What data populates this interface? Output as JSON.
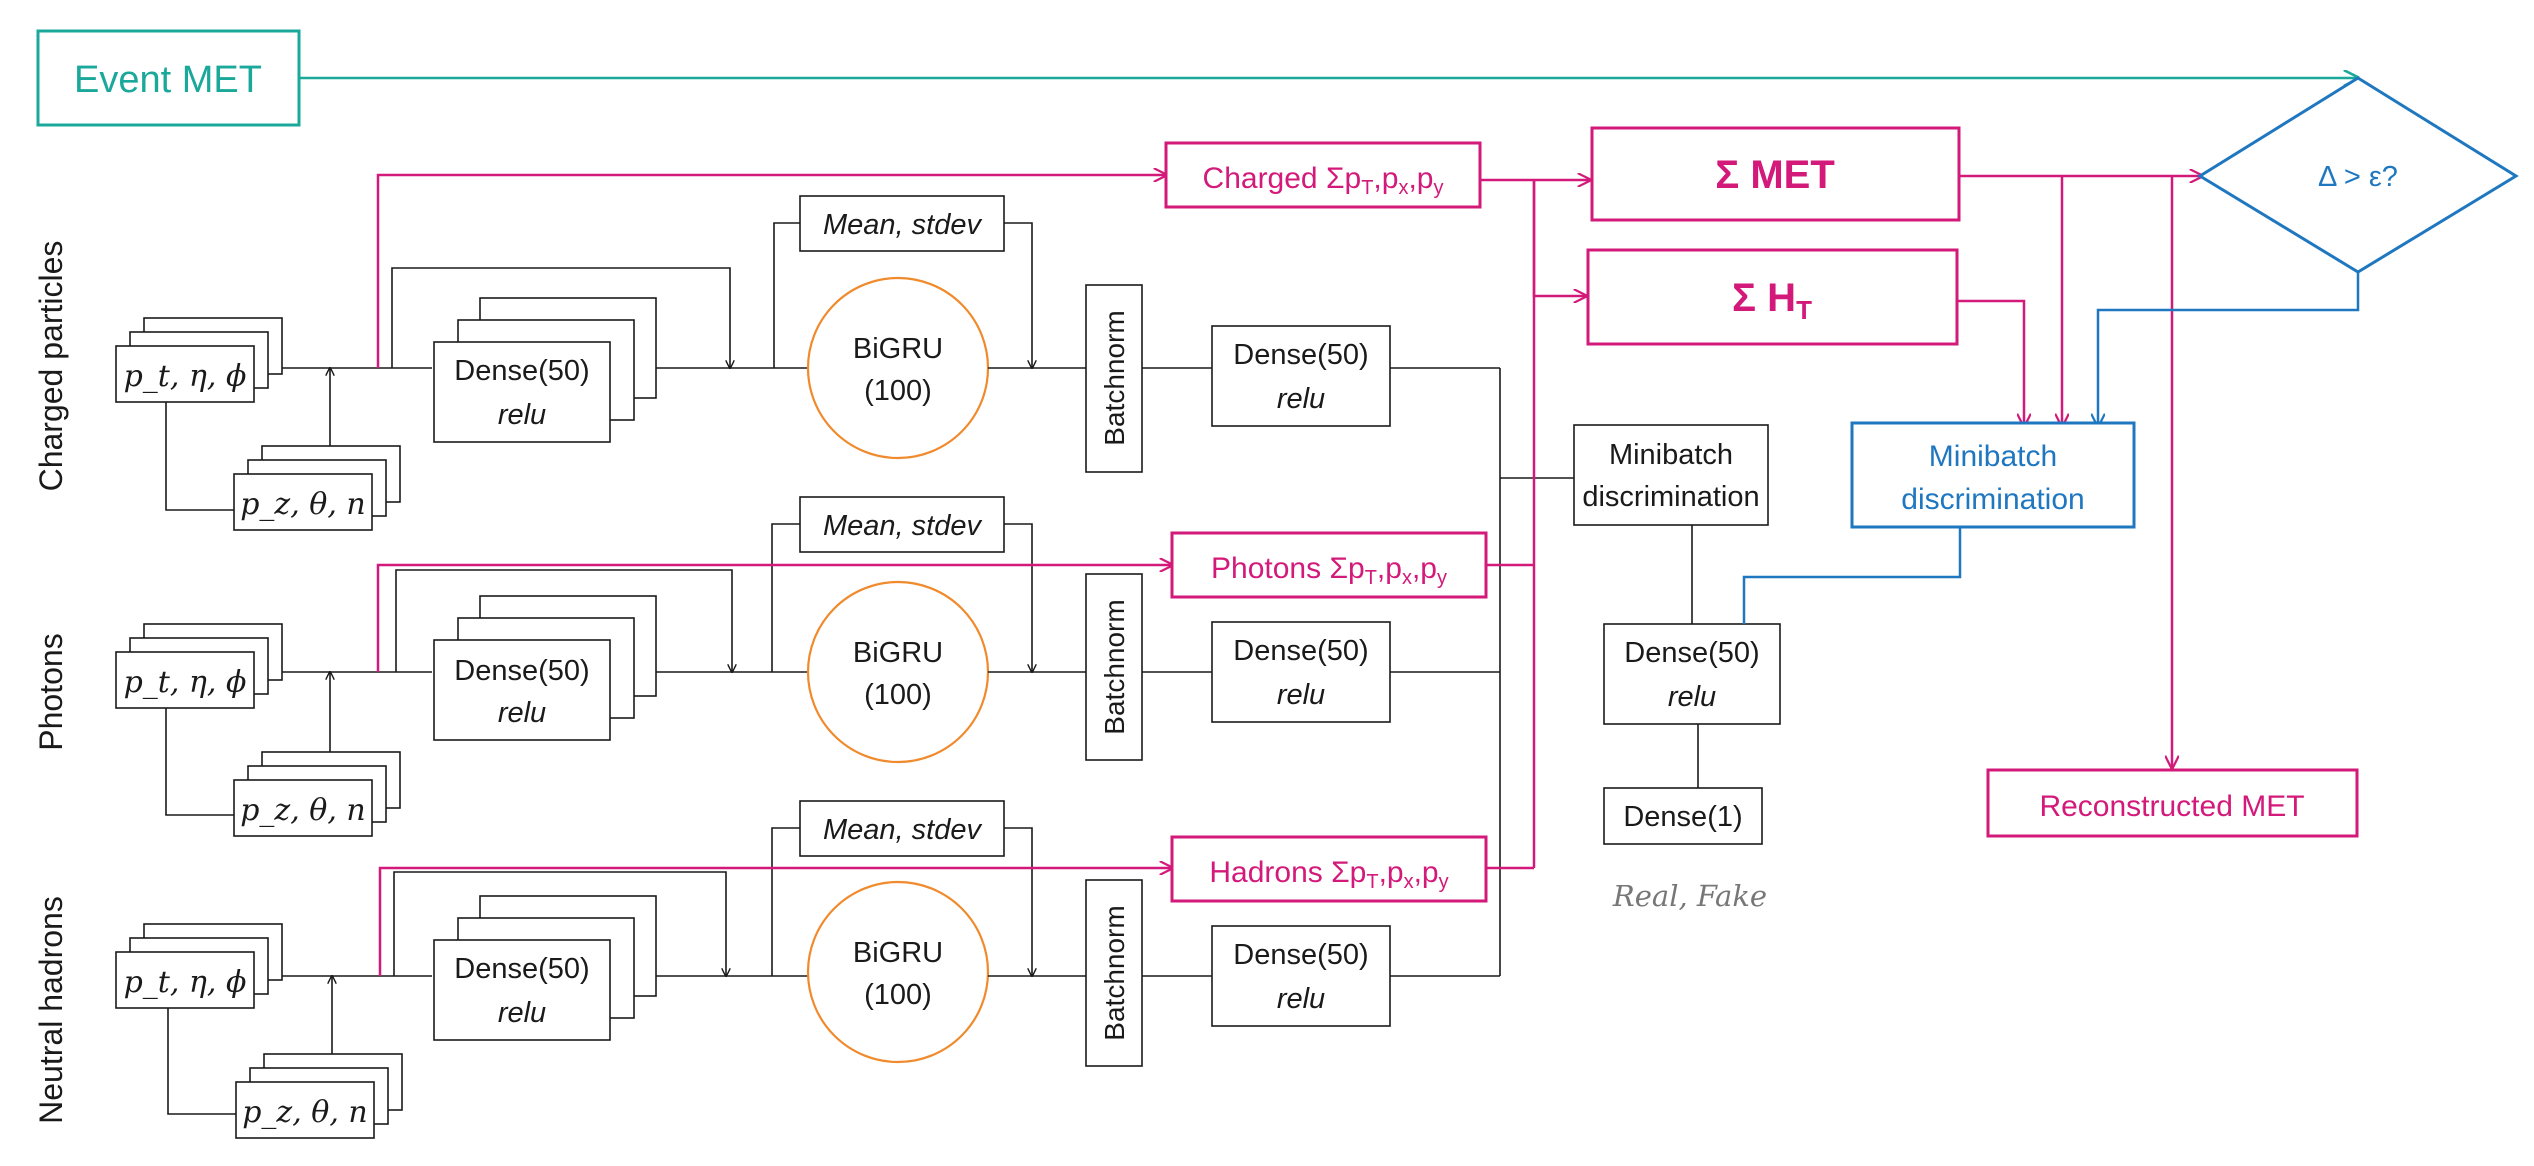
{
  "colors": {
    "teal": "#1aa89b",
    "magenta": "#d3197a",
    "blue": "#1f77c0",
    "orange": "#f08a2c",
    "black": "#1a1a1a",
    "gray": "#666666"
  },
  "event_met": "Event MET",
  "rows": [
    {
      "label": "Charged particles",
      "input_main": "p_t, η, ϕ",
      "input_aux": "p_z, θ, n",
      "dense": "Dense(50)",
      "dense_act": "relu",
      "mean": "Mean, stdev",
      "gru": "BiGRU",
      "gru_units": "(100)",
      "batchnorm": "Batchnorm",
      "dense_out": "Dense(50)",
      "dense_out_act": "relu"
    },
    {
      "label": "Photons",
      "input_main": "p_t, η, ϕ",
      "input_aux": "p_z, θ, n",
      "dense": "Dense(50)",
      "dense_act": "relu",
      "mean": "Mean, stdev",
      "gru": "BiGRU",
      "gru_units": "(100)",
      "batchnorm": "Batchnorm",
      "dense_out": "Dense(50)",
      "dense_out_act": "relu"
    },
    {
      "label": "Neutral hadrons",
      "input_main": "p_t, η, ϕ",
      "input_aux": "p_z, θ, n",
      "dense": "Dense(50)",
      "dense_act": "relu",
      "mean": "Mean, stdev",
      "gru": "BiGRU",
      "gru_units": "(100)",
      "batchnorm": "Batchnorm",
      "dense_out": "Dense(50)",
      "dense_out_act": "relu"
    }
  ],
  "sums": {
    "charged": {
      "name": "Charged Σp",
      "sub1": "T",
      "mid": ",p",
      "sub2": "x",
      "mid2": ",p",
      "sub3": "y"
    },
    "photons": {
      "name": "Photons Σp",
      "sub1": "T",
      "mid": ",p",
      "sub2": "x",
      "mid2": ",p",
      "sub3": "y"
    },
    "hadrons": {
      "name": "Hadrons Σp",
      "sub1": "T",
      "mid": ",p",
      "sub2": "x",
      "mid2": ",p",
      "sub3": "y"
    }
  },
  "sum_met": "Σ MET",
  "sum_ht": {
    "main": "Σ H",
    "sub": "T"
  },
  "discriminator": {
    "minibatch_line1": "Minibatch",
    "minibatch_line2": "discrimination",
    "dense": "Dense(50)",
    "dense_act": "relu",
    "dense1": "Dense(1)",
    "output": "Real, Fake"
  },
  "minibatch_blue": {
    "line1": "Minibatch",
    "line2": "discrimination"
  },
  "decision": "Δ > ε?",
  "reconstructed": "Reconstructed MET"
}
